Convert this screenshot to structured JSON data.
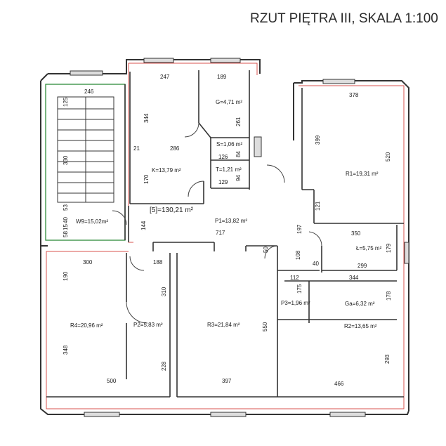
{
  "title": "RZUT PIĘTRA III, SKALA 1:100",
  "summary": "[5]=130,21 m²",
  "rooms": {
    "w9": "W9=15,02m²",
    "g": "G=4,71 m²",
    "s": "S=1,06 m²",
    "t": "T=1,21 m²",
    "k": "K=13,79 m²",
    "r1": "R1=19,31 m²",
    "p1": "P1=13,82 m²",
    "l": "Ł=5,75 m²",
    "r4": "R4=20,96 m²",
    "p2": "P2=5,83 m²",
    "r3": "R3=21,84 m²",
    "p3": "P3=1,96 m²",
    "ga": "Ga=6,32 m²",
    "r2": "R2=13,65 m²"
  },
  "dims": {
    "d246": "246",
    "d125": "125",
    "d330": "330",
    "d53": "53",
    "d40": "40",
    "d58": "58",
    "d15": "15",
    "d247": "247",
    "d189": "189",
    "d344": "344",
    "d261": "261",
    "d286": "286",
    "d21": "21",
    "d126": "126",
    "d84": "84",
    "d170": "170",
    "d129": "129",
    "d94": "94",
    "d378": "378",
    "d399": "399",
    "d520": "520",
    "d121": "121",
    "d144": "144",
    "d717": "717",
    "d197": "197",
    "d350": "350",
    "d179a": "179",
    "d299": "299",
    "d300": "300",
    "d188": "188",
    "d50": "50",
    "d108": "108",
    "d40b": "40",
    "d112": "112",
    "d344b": "344",
    "d190": "190",
    "d310": "310",
    "d175": "175",
    "d178": "178",
    "d348": "348",
    "d550": "550",
    "d228": "228",
    "d293": "293",
    "d500": "500",
    "d397": "397",
    "d466": "466"
  }
}
